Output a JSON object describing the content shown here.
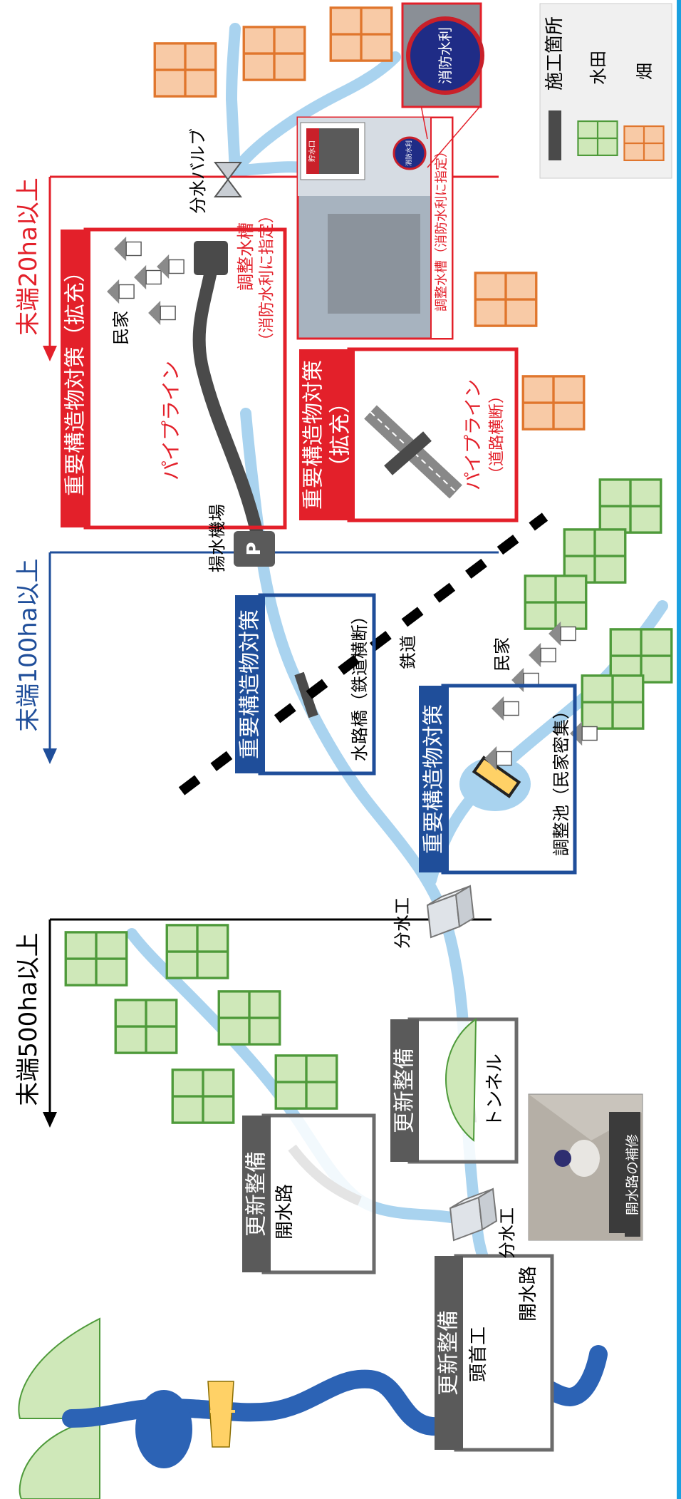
{
  "thresholds": {
    "t500": "末端500ha以上",
    "t100": "末端100ha以上",
    "t20": "末端20ha以上"
  },
  "boxes": {
    "renewal_headworks": {
      "title": "更新整備",
      "label1": "頭首工",
      "label2": "開水路"
    },
    "renewal_canal": {
      "title": "更新整備",
      "label": "開水路"
    },
    "renewal_tunnel": {
      "title": "更新整備",
      "label": "トンネル"
    },
    "structure_aqueduct": {
      "title": "重要構造物対策",
      "label": "水路橋（鉄道横断）"
    },
    "structure_pond": {
      "title": "重要構造物対策",
      "label": "調整池（民家密集）"
    },
    "structure_pipeline": {
      "title": "重要構造物対策（拡充）",
      "label_pipe": "パイプライン",
      "label_houses": "民家",
      "label_tank1": "調整水槽",
      "label_tank2": "（消防水利に指定）"
    },
    "structure_road": {
      "title1": "重要構造物対策",
      "title2": "（拡充）",
      "label1": "パイプライン",
      "label2": "（道路横断）"
    }
  },
  "labels": {
    "diversion1": "分水工",
    "diversion2": "分水工",
    "pump": "揚水機場",
    "pump_symbol": "P",
    "valve": "分水バルブ",
    "railway": "鉄道",
    "houses2": "民家"
  },
  "photos": {
    "canal_repair": "開水路の補修",
    "tank_photo": "調整水槽（消防水利に指定）",
    "sign_closeup": "消防水利",
    "sign_small": "消防水利",
    "plate": "貯水口"
  },
  "legend": {
    "construction": "施工箇所",
    "paddy": "水田",
    "field": "畑"
  },
  "colors": {
    "river": "#2c63b5",
    "canal": "#a9d3ef",
    "construction": "#4a4a4a",
    "paddy_fill": "#cfe8b9",
    "paddy_stroke": "#4e9a3a",
    "field_fill": "#f8caa6",
    "field_stroke": "#e0762d",
    "red": "#e3202a",
    "blue": "#1f4e9a",
    "grey": "#5a5a5a"
  }
}
